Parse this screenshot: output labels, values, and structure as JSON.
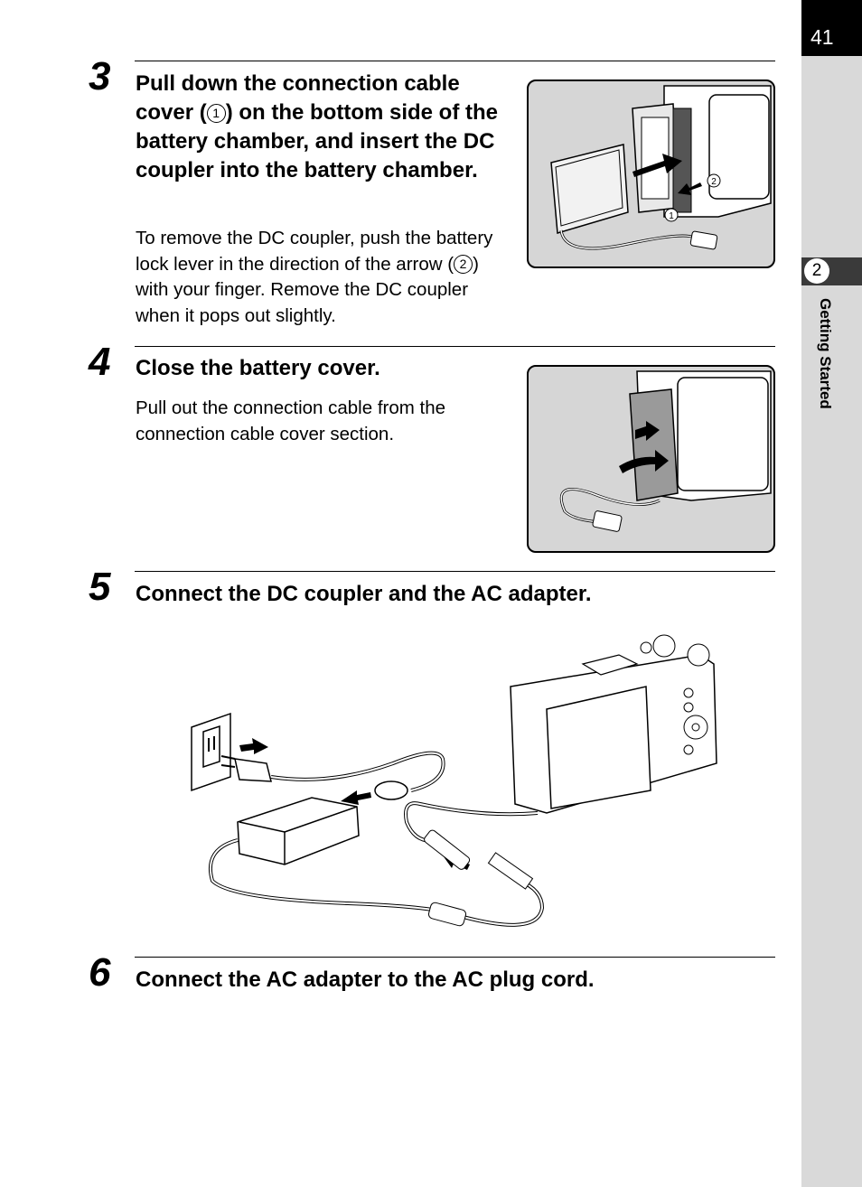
{
  "page": {
    "number": "41"
  },
  "sidebar": {
    "chapter_number": "2",
    "chapter_title": "Getting Started"
  },
  "steps": [
    {
      "number": "3",
      "heading_before": "Pull down the connection cable cover (",
      "heading_circle": "1",
      "heading_after": ") on the bottom side of the battery chamber, and insert the DC coupler into the battery chamber.",
      "body_before": "To remove the DC coupler, push the battery lock lever in the direction of the arrow (",
      "body_circle": "2",
      "body_after": ") with your finger. Remove the DC coupler when it pops out slightly.",
      "callouts": [
        "1",
        "2"
      ]
    },
    {
      "number": "4",
      "heading": "Close the battery cover.",
      "body": "Pull out the connection cable from the connection cable cover section."
    },
    {
      "number": "5",
      "heading": "Connect the DC coupler and the AC adapter."
    },
    {
      "number": "6",
      "heading": "Connect the AC adapter to the AC plug cord."
    }
  ]
}
